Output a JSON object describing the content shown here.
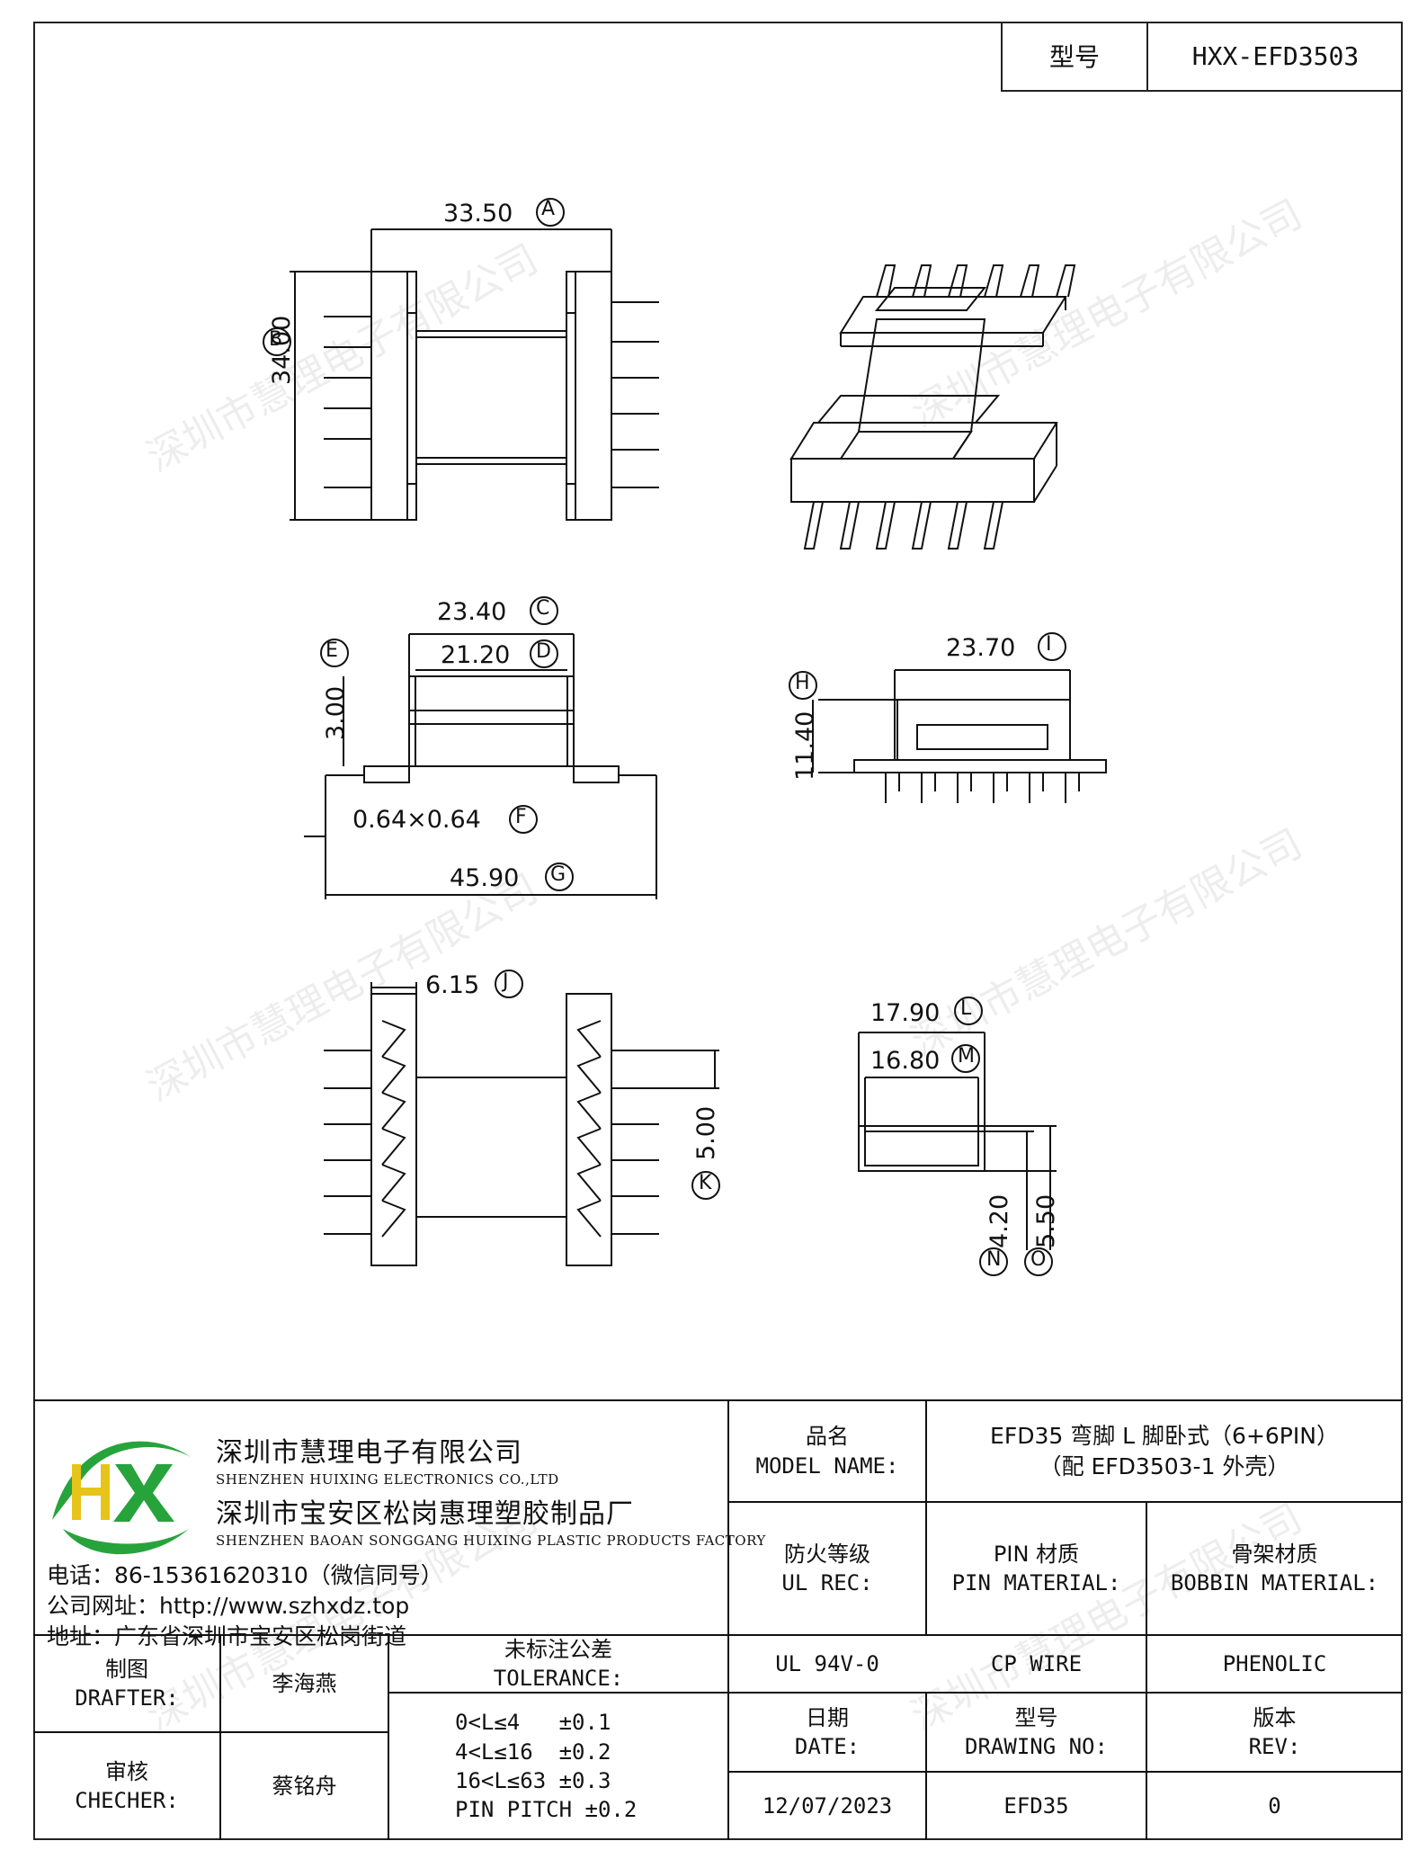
{
  "header": {
    "model_label": "型号",
    "model_value": "HXX-EFD3503"
  },
  "watermark": "深圳市慧理电子有限公司",
  "dimensions": {
    "A": "33.50",
    "B": "34.00",
    "C": "23.40",
    "D": "21.20",
    "E": "3.00",
    "F": "0.64×0.64",
    "G": "45.90",
    "H": "11.40",
    "I": "23.70",
    "J": "6.15",
    "K": "5.00",
    "L": "17.90",
    "M": "16.80",
    "N": "4.20",
    "O": "5.50"
  },
  "dimension_letters": [
    "A",
    "B",
    "C",
    "D",
    "E",
    "F",
    "G",
    "H",
    "I",
    "J",
    "K",
    "L",
    "M",
    "N",
    "O"
  ],
  "company": {
    "logo_text": "HX",
    "name_cn": "深圳市慧理电子有限公司",
    "name_en": "SHENZHEN HUIXING ELECTRONICS CO.,LTD",
    "factory_cn": "深圳市宝安区松岗惠理塑胶制品厂",
    "factory_en": "SHENZHEN BAOAN SONGGANG HUIXING PLASTIC PRODUCTS FACTORY",
    "phone": "电话：86-15361620310（微信同号）",
    "website": "公司网址：http://www.szhxdz.top",
    "address": "地址：广东省深圳市宝安区松岗街道"
  },
  "title_block": {
    "model_name_label_cn": "品名",
    "model_name_label_en": "MODEL NAME:",
    "model_name_value_1": "EFD35 弯脚 L 脚卧式（6+6PIN）",
    "model_name_value_2": "（配 EFD3503-1 外壳）",
    "fire_label_cn": "防火等级",
    "fire_label_en": "UL REC:",
    "pin_label_cn": "PIN 材质",
    "pin_label_en": "PIN MATERIAL:",
    "bobbin_label_cn": "骨架材质",
    "bobbin_label_en": "BOBBIN MATERIAL:",
    "fire_value": "UL 94V-0",
    "pin_value": "CP WIRE",
    "bobbin_value": "PHENOLIC",
    "drafter_label_cn": "制图",
    "drafter_label_en": "DRAFTER:",
    "drafter_value": "李海燕",
    "tolerance_label_cn": "未标注公差",
    "tolerance_label_en": "TOLERANCE:",
    "tolerance_lines": [
      "0<L≤4   ±0.1",
      "4<L≤16  ±0.2",
      "16<L≤63 ±0.3",
      "PIN PITCH ±0.2"
    ],
    "checker_label_cn": "审核",
    "checker_label_en": "CHECHER:",
    "checker_value": "蔡铭舟",
    "date_label_cn": "日期",
    "date_label_en": "DATE:",
    "drawing_label_cn": "型号",
    "drawing_label_en": "DRAWING NO:",
    "rev_label_cn": "版本",
    "rev_label_en": "REV:",
    "date_value": "12/07/2023",
    "drawing_value": "EFD35",
    "rev_value": "0"
  }
}
